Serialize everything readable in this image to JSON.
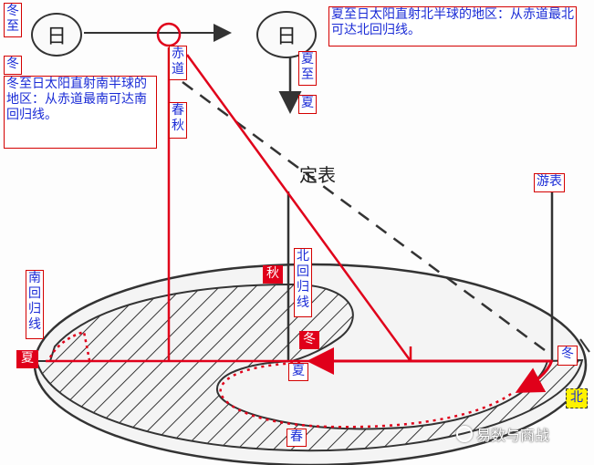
{
  "suns": {
    "winter_char": "日",
    "summer_char": "日"
  },
  "captions": {
    "winter_solstice": "冬至",
    "winter": "冬",
    "summer_solstice_top": "夏至日太阳直射北半球的地区：从赤道最北可达北回归线。",
    "winter_solstice_desc": "冬至日太阳直射南半球的地区：从赤道最南可达南回归线。",
    "summer_solstice": "夏至",
    "summer": "夏",
    "equator": "赤道",
    "spring_autumn": "春秋",
    "fixed_pole": "定表",
    "moving_pole": "游表",
    "tropic_cancer": "北回归线",
    "tropic_capricorn": "南回归线",
    "autumn_tag": "秋",
    "winter_tag_mid": "冬",
    "summer_mid": "夏",
    "summer_left_tag": "夏",
    "winter_right": "冬",
    "north_tag": "北",
    "spring_bottom": "春"
  },
  "watermark": {
    "text": "易数与商战",
    "icon": "wechat-icon"
  },
  "colors": {
    "annotation_red": "#e0001a",
    "label_blue": "#1a2bd6",
    "ink": "#333333",
    "highlight_yellow": "#fff200"
  }
}
